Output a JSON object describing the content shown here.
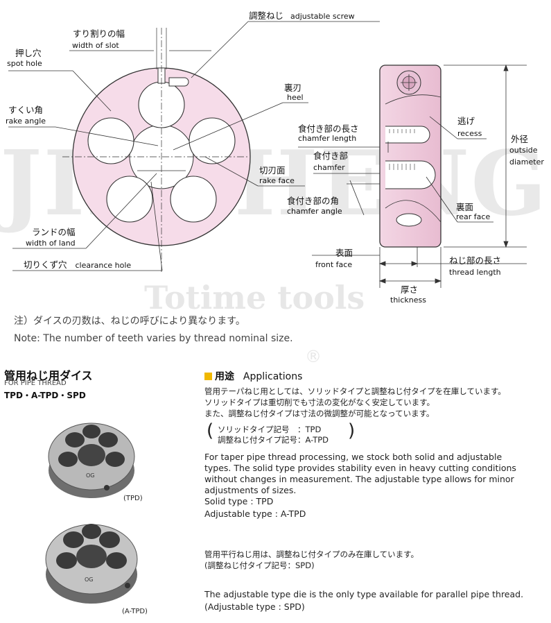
{
  "watermark": {
    "brand": "JINSHENG",
    "sub": "Totime tools",
    "registered": "®"
  },
  "diagram_labels": {
    "adjustable_screw_jp": "調整ねじ",
    "adjustable_screw_en": "adjustable screw",
    "slot_width_jp": "すり割りの幅",
    "slot_width_en": "width of slot",
    "spot_hole_jp": "押し穴",
    "spot_hole_en": "spot hole",
    "rake_angle_jp": "すくい角",
    "rake_angle_en": "rake angle",
    "heel_jp": "裏刃",
    "heel_en": "heel",
    "cutting_face_jp": "切刃面",
    "rake_face_en": "rake face",
    "land_width_jp": "ランドの幅",
    "land_width_en": "width of land",
    "clearance_hole_jp": "切りくず穴",
    "clearance_hole_en": "clearance hole",
    "chamfer_length_jp": "食付き部の長さ",
    "chamfer_length_en": "chamfer length",
    "chamfer_jp": "食付き部",
    "chamfer_en": "chamfer",
    "chamfer_angle_jp": "食付き部の角",
    "chamfer_angle_en": "chamfer angle",
    "recess_jp": "逃げ",
    "recess_en": "recess",
    "outside_diameter_jp": "外径",
    "outside_diameter_en1": "outside",
    "outside_diameter_en2": "diameter",
    "rear_face_jp": "裏面",
    "rear_face_en": "rear face",
    "front_face_jp": "表面",
    "front_face_en": "front face",
    "thread_length_jp": "ねじ部の長さ",
    "thread_length_en": "thread length",
    "thickness_jp": "厚さ",
    "thickness_en": "thickness"
  },
  "notes": {
    "jp": "注）ダイスの刃数は、ねじの呼びにより異なります。",
    "en": "Note: The number of teeth varies by thread nominal size."
  },
  "product": {
    "title_jp": "管用ねじ用ダイス",
    "title_en": "FOR PIPE THREAD",
    "codes": "TPD・A-TPD・SPD",
    "caption_tpd": "(TPD)",
    "caption_atpd": "(A-TPD)",
    "die_marking": "OG"
  },
  "applications": {
    "heading_jp": "用途",
    "heading_en": "Applications",
    "jp_line1": "管用テーパねじ用としては、ソリッドタイプと調整ねじ付タイプを在庫しています。",
    "jp_line2": "ソリッドタイプは重切削でも寸法の変化がなく安定しています。",
    "jp_line3": "また、調整ねじ付タイプは寸法の微調整が可能となっています。",
    "bracket_line1": "ソリッドタイプ記号　：TPD",
    "bracket_line2": "調整ねじ付タイプ記号：A-TPD",
    "en_line1": "For taper pipe thread processing, we stock both solid and adjustable",
    "en_line2": "types. The solid type provides stability even in heavy cutting conditions",
    "en_line3": "without changes in measurement. The adjustable type allows for minor",
    "en_line4": "adjustments of sizes.",
    "en_solid": "Solid type : TPD",
    "en_adjustable": "Adjustable type : A-TPD",
    "jp_parallel": "管用平行ねじ用は、調整ねじ付タイプのみ在庫しています。",
    "jp_parallel_code": "(調整ねじ付タイプ記号：SPD)",
    "en_parallel": "The adjustable type die is the only type available for parallel pipe thread.",
    "en_parallel_code": "(Adjustable type : SPD)"
  }
}
